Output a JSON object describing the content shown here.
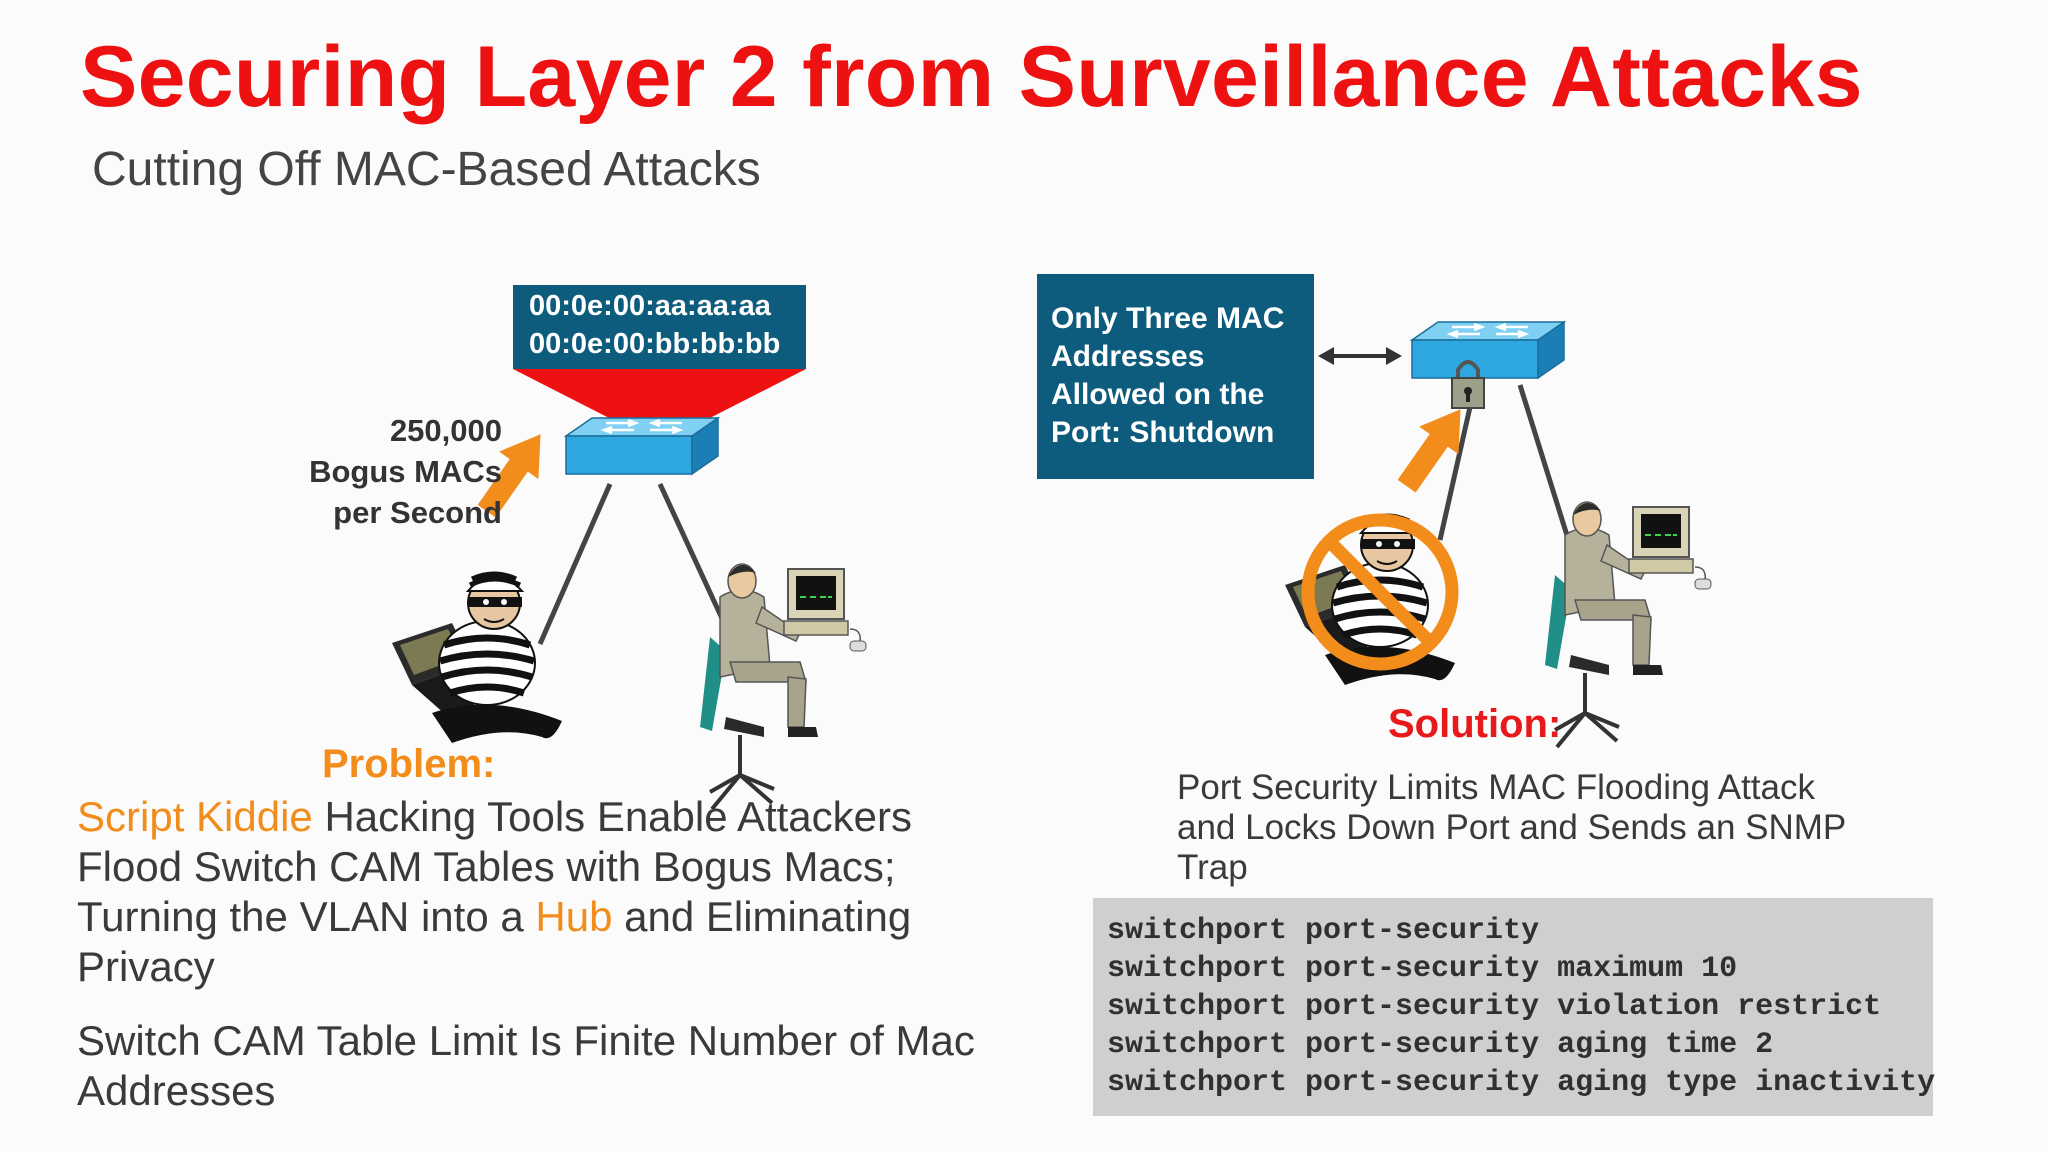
{
  "title": "Securing Layer 2 from Surveillance Attacks",
  "subtitle": "Cutting Off MAC-Based Attacks",
  "left_diagram": {
    "mac_addresses": [
      "00:0e:00:aa:aa:aa",
      "00:0e:00:bb:bb:bb"
    ],
    "bogus_label": [
      "250,000",
      "Bogus MACs",
      "per Second"
    ]
  },
  "right_diagram": {
    "info_box": [
      "Only Three MAC",
      "Addresses",
      "Allowed on the",
      "Port: Shutdown"
    ]
  },
  "problem": {
    "title": "Problem:",
    "text_highlight_1": "Script Kiddie",
    "text_part_1": " Hacking Tools Enable Attackers Flood Switch CAM Tables with Bogus Macs; Turning the VLAN into a ",
    "text_highlight_2": "Hub",
    "text_part_2": " and Eliminating Privacy",
    "cam_text": "Switch CAM Table Limit Is Finite Number of Mac Addresses"
  },
  "solution": {
    "title": "Solution:",
    "text": "Port Security Limits MAC Flooding Attack and Locks Down Port and Sends an SNMP Trap",
    "code_lines": [
      "switchport port-security",
      "switchport port-security maximum 10",
      "switchport port-security violation restrict",
      "switchport port-security aging time 2",
      "switchport port-security aging type inactivity"
    ]
  },
  "colors": {
    "title": "#ee1111",
    "accent_orange": "#f28c1a",
    "box_blue": "#0d5c7e",
    "switch_blue": "#2ea7e0",
    "flood_red": "#ee1111",
    "code_bg": "#cfcfcf"
  },
  "icons": [
    "switch-icon",
    "hacker-icon",
    "user-workstation-icon",
    "arrow-up-icon",
    "lock-icon",
    "prohibited-icon",
    "double-arrow-icon"
  ]
}
